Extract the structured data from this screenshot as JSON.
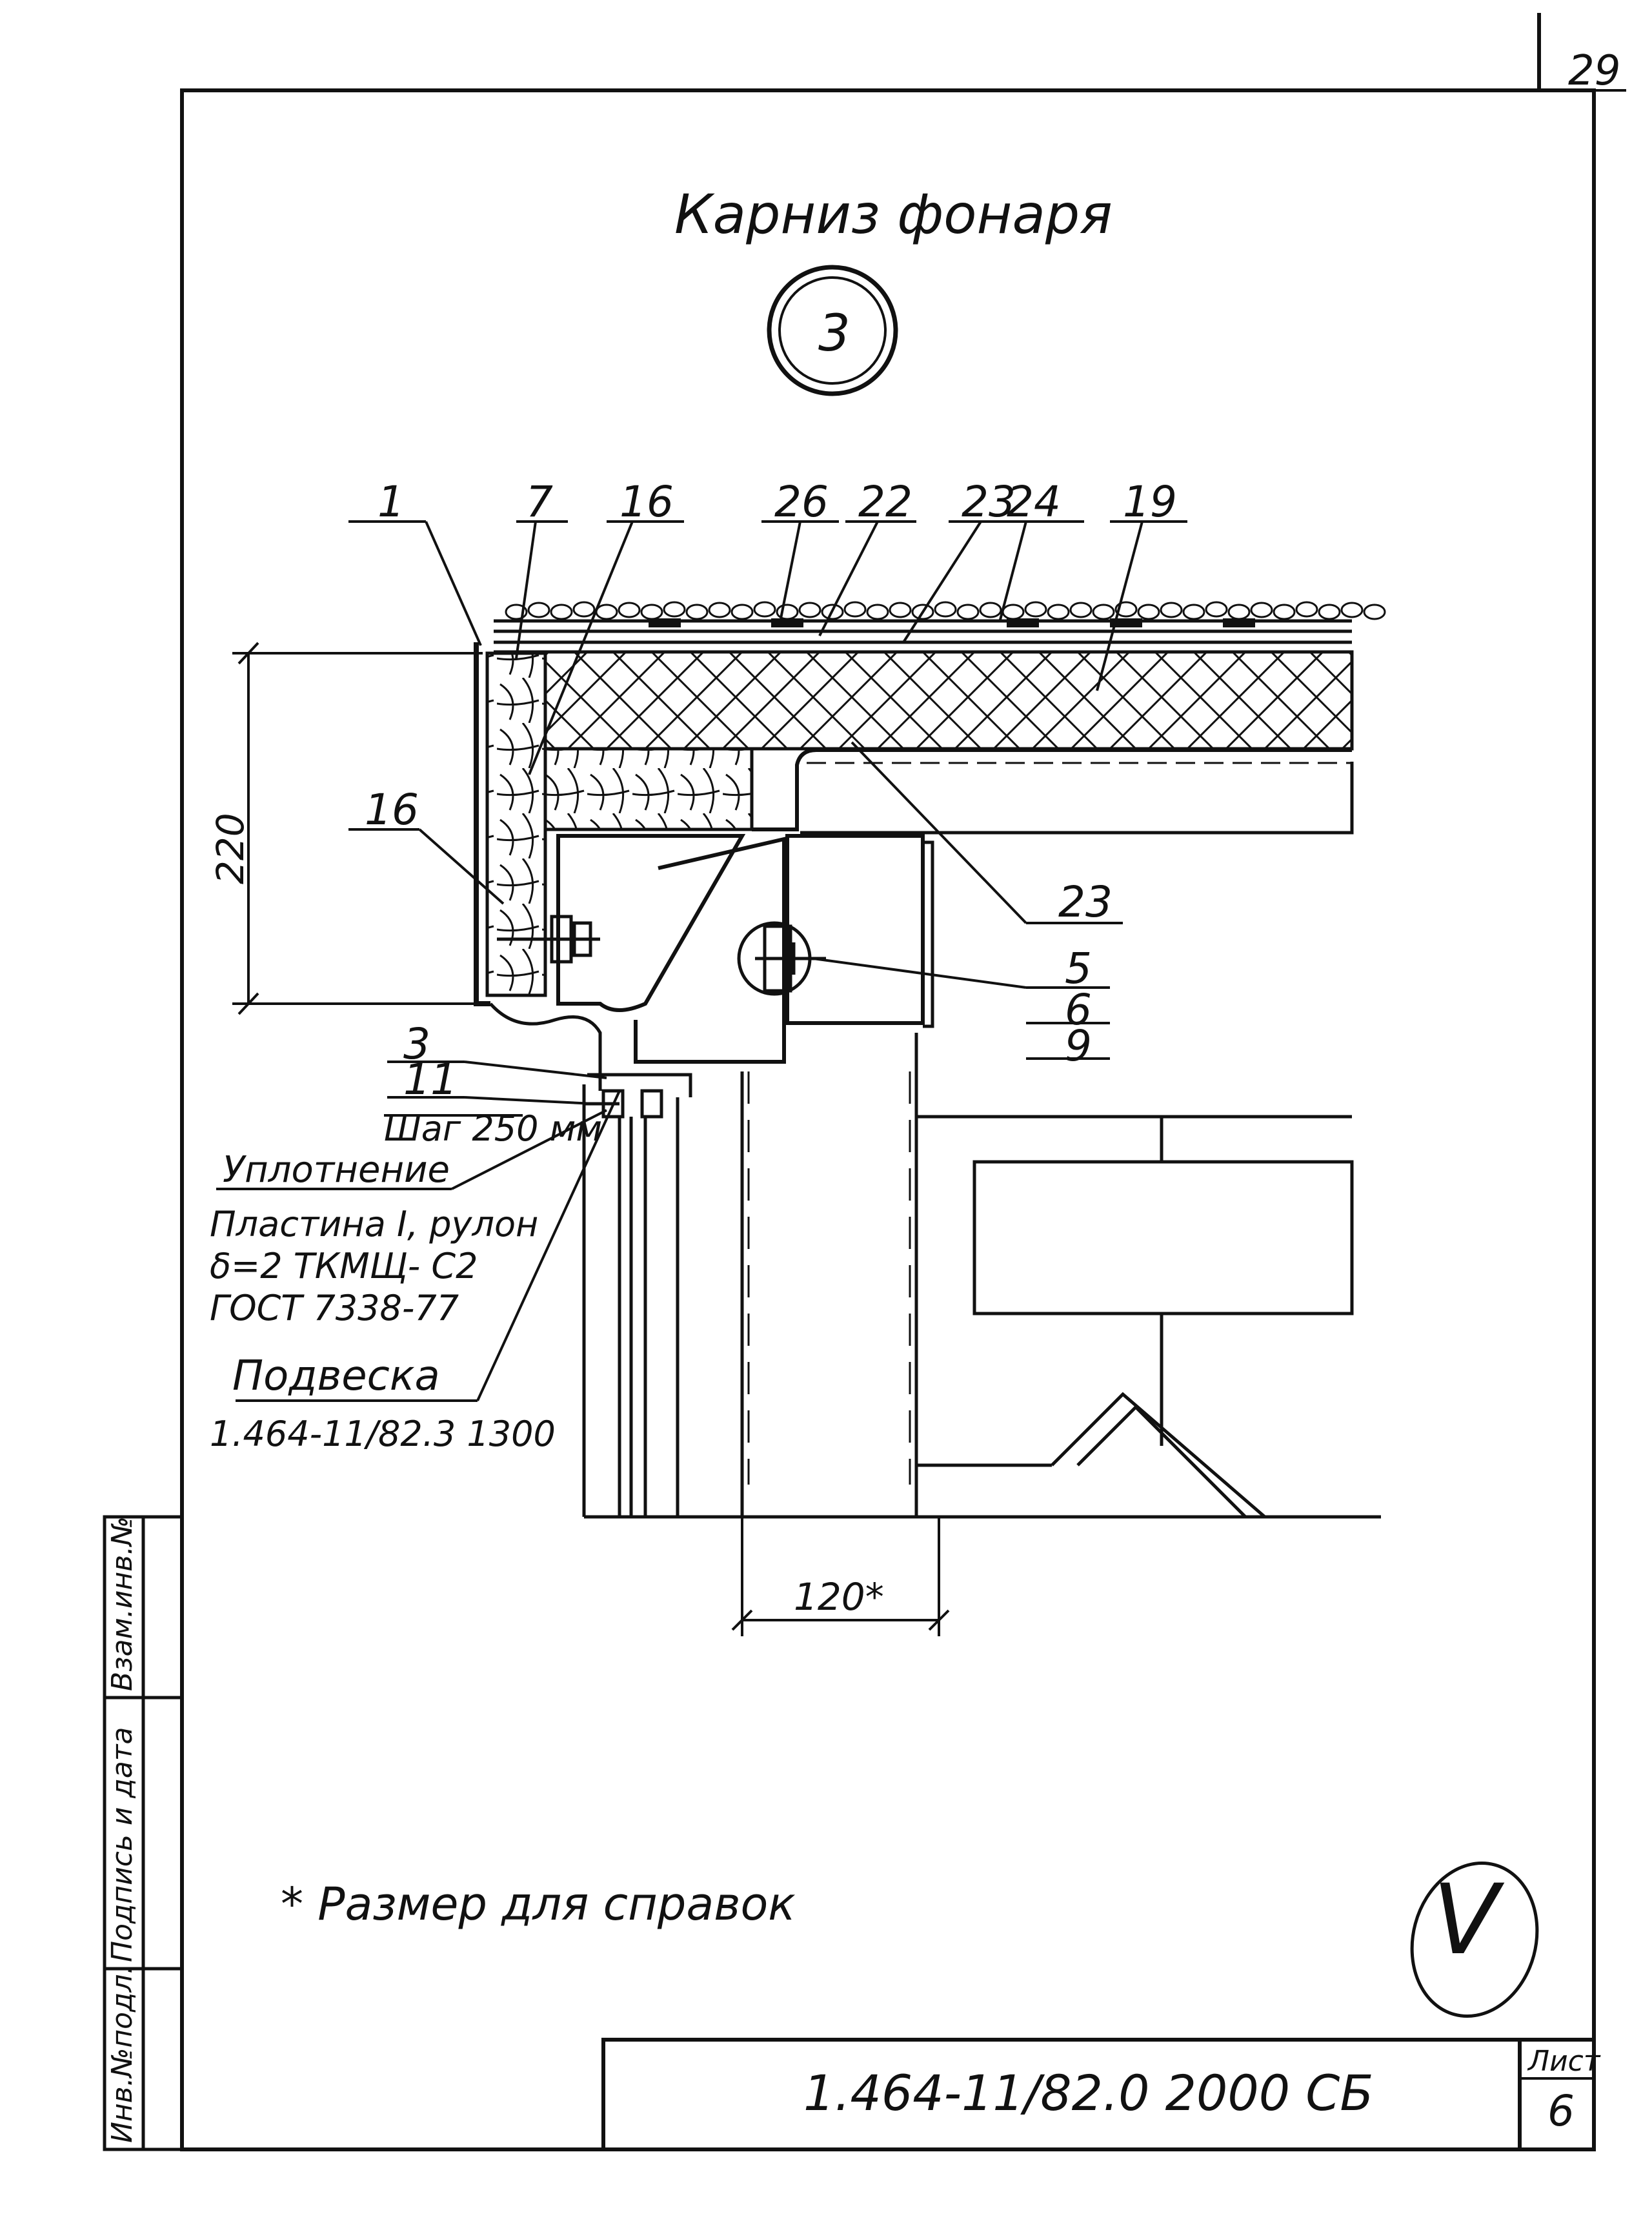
{
  "sheet": {
    "corner_number": "29",
    "title": "Карниз фонаря",
    "detail_number": "3",
    "footnote": "* Размер для справок",
    "designation": "1.464-11/82.0 2000 СБ",
    "sheet_label": "Лист",
    "sheet_number": "6",
    "check_mark": "V"
  },
  "side_stamp": {
    "inv_original": "Инв.№подл.",
    "signature_date": "Подпись и дата",
    "replace_inv": "Взам.инв.№"
  },
  "callouts": {
    "c1": "1",
    "c7": "7",
    "c16_top": "16",
    "c26": "26",
    "c22": "22",
    "c23_top": "23",
    "c24": "24",
    "c19": "19",
    "c16_left": "16",
    "c23_right": "23",
    "c5": "5",
    "c6": "6",
    "c9": "9",
    "c3": "3",
    "c11": "11"
  },
  "dimensions": {
    "height": "220",
    "width": "120*"
  },
  "notes": {
    "pitch": "Шаг 250 мм",
    "seal_title": "Уплотнение",
    "seal_line1": "Пластина I, рулон",
    "seal_line2": "δ=2 ТКМЩ- С2",
    "seal_line3": "ГОСТ 7338-77",
    "hanger_title": "Подвеска",
    "hanger_ref": "1.464-11/82.3 1300"
  }
}
